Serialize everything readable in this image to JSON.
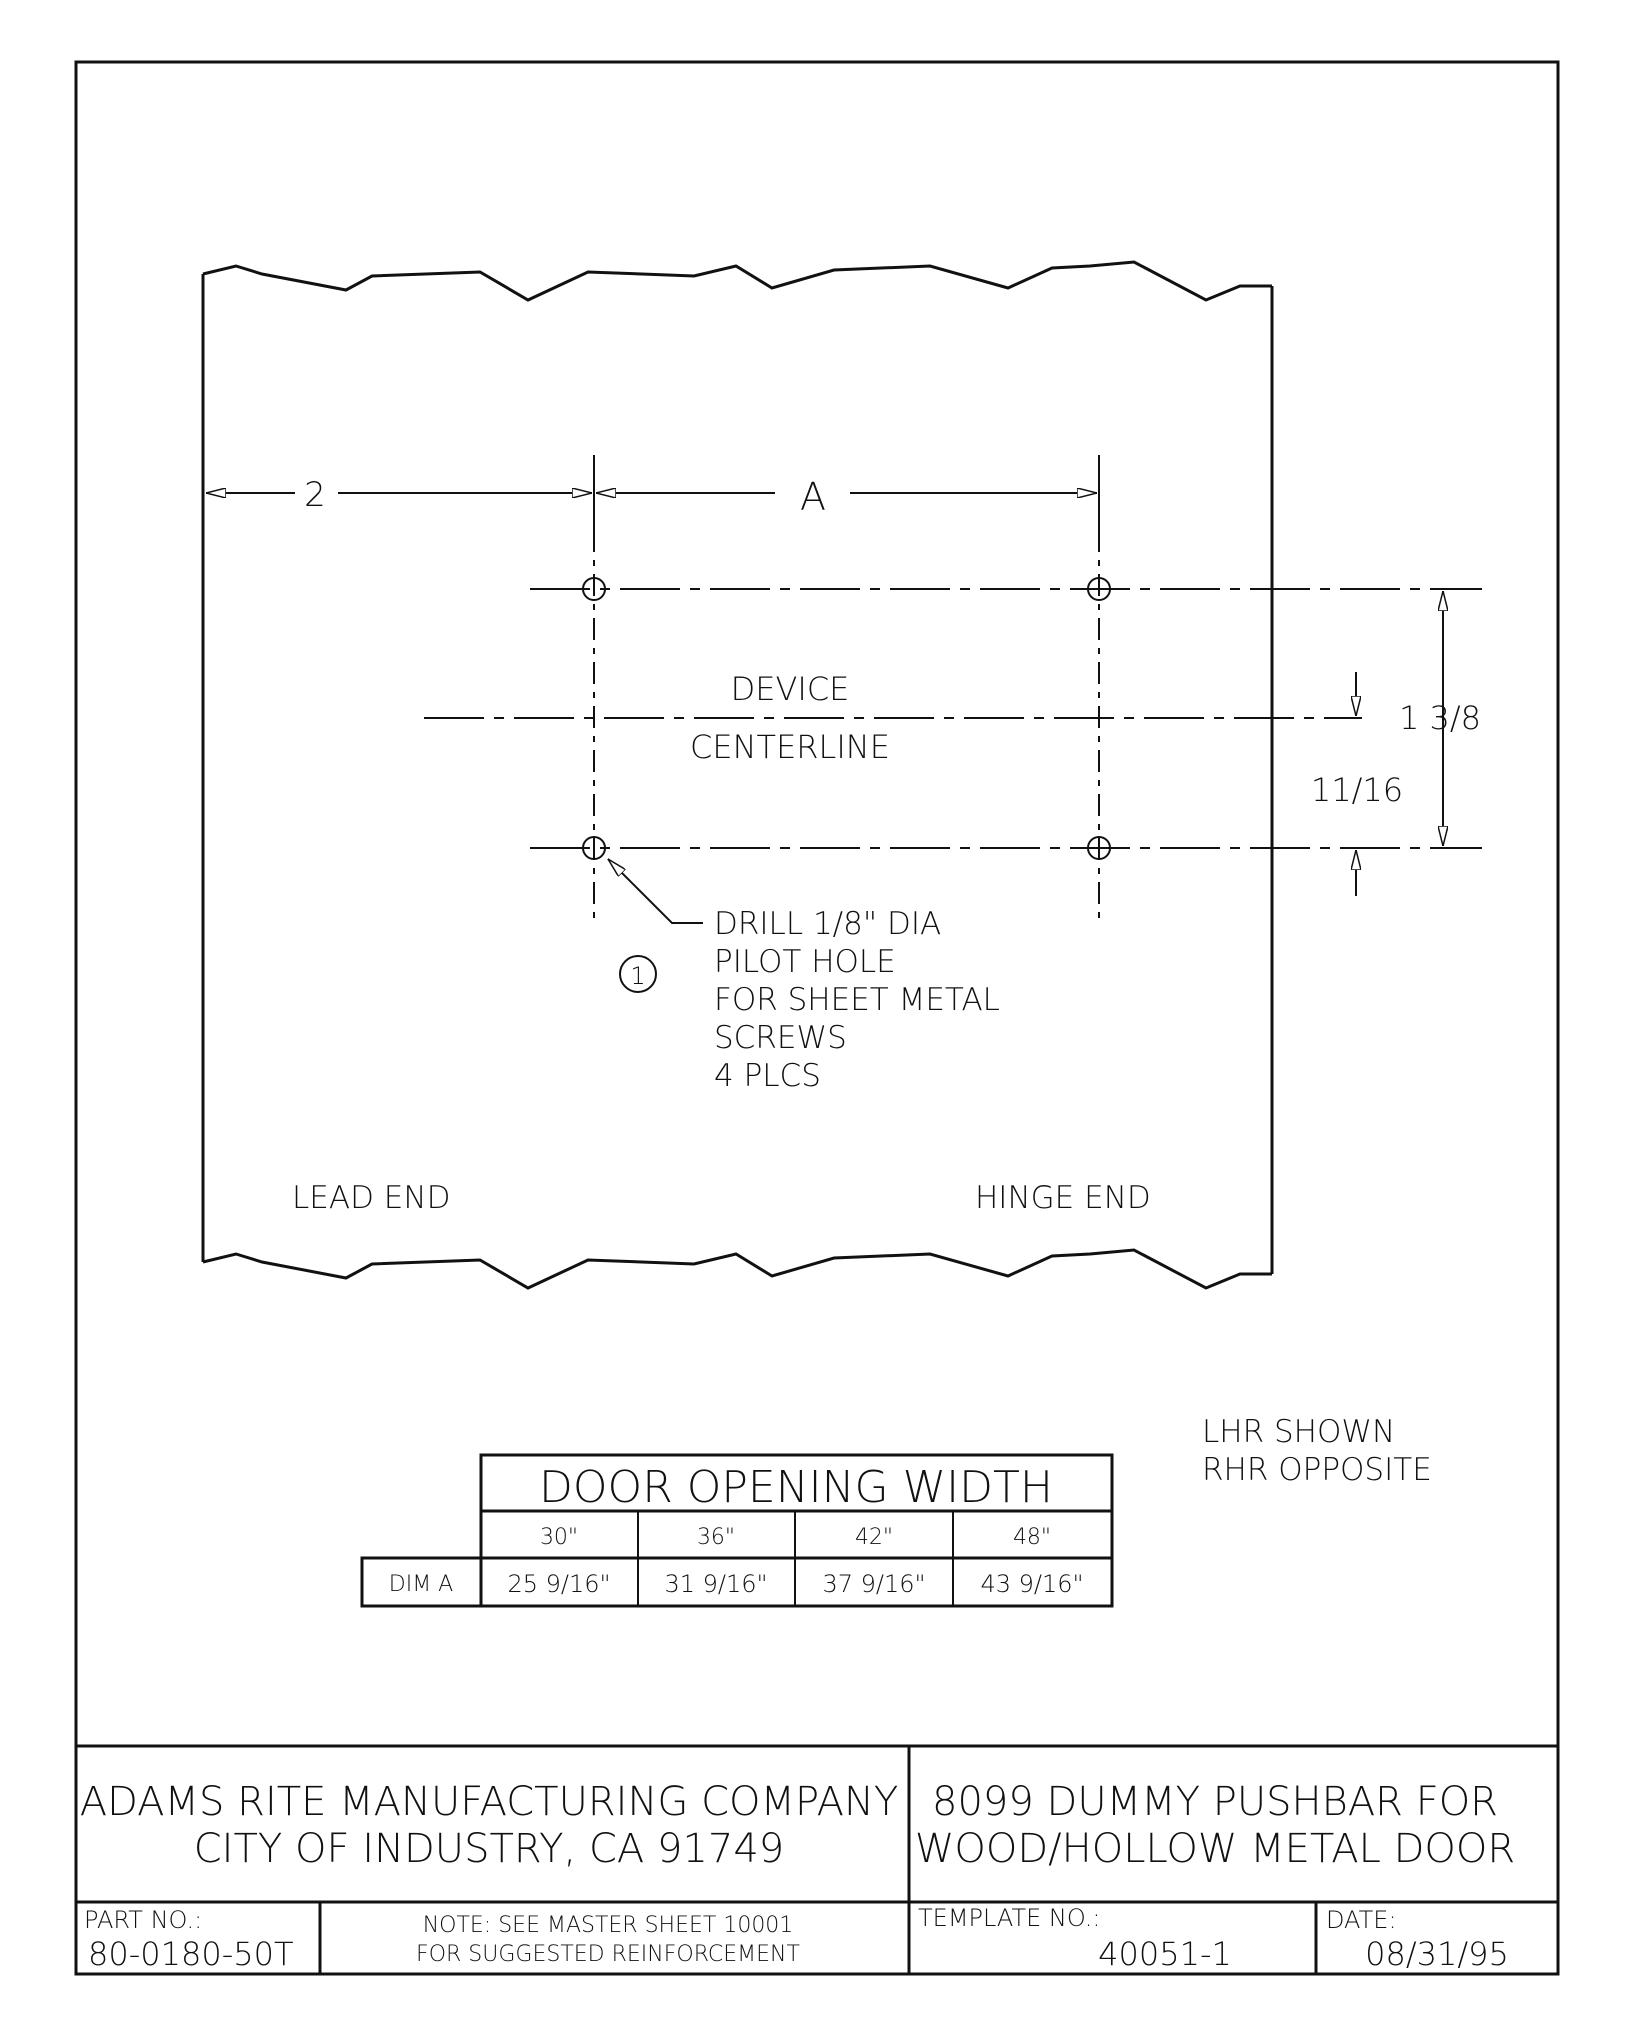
{
  "drawing": {
    "dim_lead": "2",
    "dim_a": "A",
    "centerline_line1": "DEVICE",
    "centerline_line2": "CENTERLINE",
    "dim_vertical_total": "1 3/8",
    "dim_vertical_half": "11/16",
    "note_lines": [
      "DRILL 1/8\" DIA",
      "PILOT HOLE",
      "FOR SHEET METAL",
      "SCREWS",
      "4 PLCS"
    ],
    "note_number": "1",
    "lead_end": "LEAD END",
    "hinge_end": "HINGE END",
    "hand_line1": "LHR SHOWN",
    "hand_line2": "RHR OPPOSITE"
  },
  "table": {
    "title": "DOOR OPENING WIDTH",
    "row_label": "DIM A",
    "columns": [
      "30\"",
      "36\"",
      "42\"",
      "48\""
    ],
    "values": [
      "25 9/16\"",
      "31 9/16\"",
      "37 9/16\"",
      "43 9/16\""
    ]
  },
  "title_block": {
    "company_line1": "ADAMS RITE MANUFACTURING COMPANY",
    "company_line2": "CITY OF INDUSTRY, CA 91749",
    "product_line1": "8099 DUMMY PUSHBAR FOR",
    "product_line2": "WOOD/HOLLOW METAL DOOR",
    "part_label": "PART NO.:",
    "part_value": "80-0180-50T",
    "note_line1": "NOTE: SEE MASTER SHEET 10001",
    "note_line2": "FOR SUGGESTED REINFORCEMENT",
    "template_label": "TEMPLATE NO.:",
    "template_value": "40051-1",
    "date_label": "DATE:",
    "date_value": "08/31/95"
  }
}
